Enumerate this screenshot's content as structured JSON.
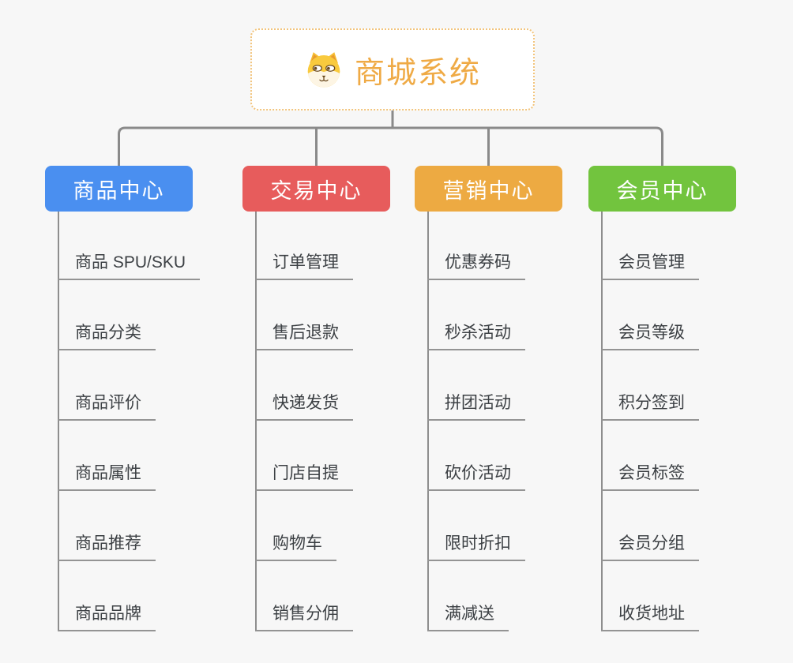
{
  "root": {
    "label": "商城系统",
    "icon": "shiba-dog-icon"
  },
  "branches": [
    {
      "label": "商品中心",
      "color": "#4a8ff0",
      "children": [
        "商品 SPU/SKU",
        "商品分类",
        "商品评价",
        "商品属性",
        "商品推荐",
        "商品品牌"
      ]
    },
    {
      "label": "交易中心",
      "color": "#e75c5c",
      "children": [
        "订单管理",
        "售后退款",
        "快递发货",
        "门店自提",
        "购物车",
        "销售分佣"
      ]
    },
    {
      "label": "营销中心",
      "color": "#edaa42",
      "children": [
        "优惠券码",
        "秒杀活动",
        "拼团活动",
        "砍价活动",
        "限时折扣",
        "满减送"
      ]
    },
    {
      "label": "会员中心",
      "color": "#72c43e",
      "children": [
        "会员管理",
        "会员等级",
        "积分签到",
        "会员标签",
        "会员分组",
        "收货地址"
      ]
    }
  ],
  "colors": {
    "background": "#f7f7f7",
    "connector": "#8a8a8a",
    "leaf_underline": "#949494",
    "leaf_text": "#3c4044",
    "root_text": "#efaa45",
    "root_border": "#f2c47c"
  }
}
